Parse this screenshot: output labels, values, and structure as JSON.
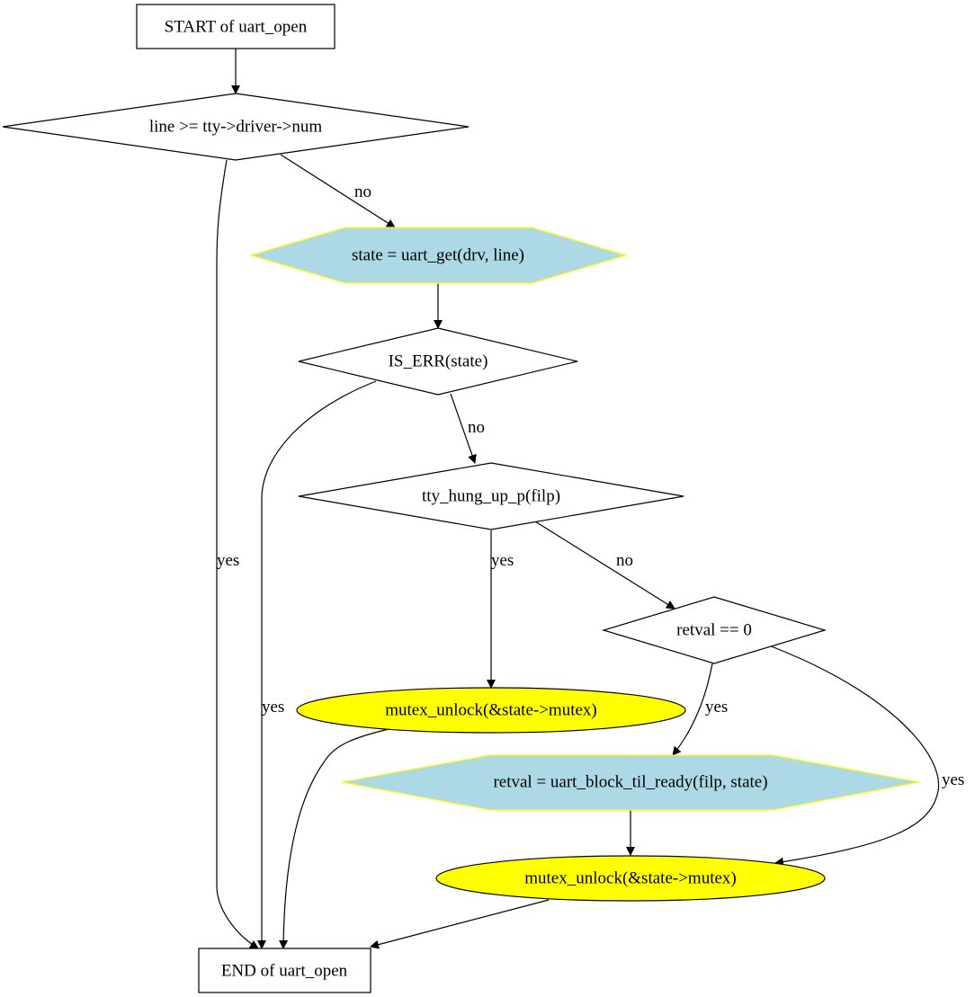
{
  "nodes": {
    "start": {
      "label": "START of uart_open"
    },
    "cond_line": {
      "label": "line >= tty->driver->num"
    },
    "state_get": {
      "label": "state = uart_get(drv, line)"
    },
    "is_err": {
      "label": "IS_ERR(state)"
    },
    "hung_up": {
      "label": "tty_hung_up_p(filp)"
    },
    "retval_zero": {
      "label": "retval == 0"
    },
    "unlock1": {
      "label": "mutex_unlock(&state->mutex)"
    },
    "block_ready": {
      "label": "retval = uart_block_til_ready(filp, state)"
    },
    "unlock2": {
      "label": "mutex_unlock(&state->mutex)"
    },
    "end": {
      "label": "END of uart_open"
    }
  },
  "edges": {
    "line_no": "no",
    "line_yes": "yes",
    "iserr_no": "no",
    "iserr_yes": "yes",
    "hung_yes": "yes",
    "hung_no": "no",
    "retval_yes": "yes",
    "retval_no_yes": "yes"
  },
  "colors": {
    "process_fill": "#add8e6",
    "process_stroke": "#ffff00",
    "terminal_fill": "#ffff00",
    "line": "#000000"
  }
}
